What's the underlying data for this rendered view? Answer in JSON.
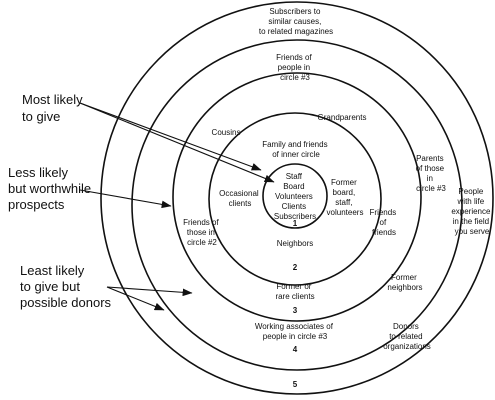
{
  "side_labels": {
    "most_likely": [
      "Most likely",
      "to give"
    ],
    "less_likely": [
      "Less likely",
      "but worthwhile",
      "prospects"
    ],
    "least_likely": [
      "Least likely",
      "to give but",
      "possible donors"
    ]
  },
  "circle_numbers": [
    "1",
    "2",
    "3",
    "4",
    "5"
  ],
  "circle1": [
    "Staff",
    "Board",
    "Volunteers",
    "Clients",
    "Subscribers"
  ],
  "circle2": {
    "top": [
      "Family and friends",
      "of inner circle"
    ],
    "left": [
      "Occasional",
      "clients"
    ],
    "right": [
      "Former",
      "board,",
      "staff,",
      "volunteers"
    ],
    "bottom": "Neighbors"
  },
  "circle3": {
    "cousins": "Cousins",
    "grandparents": "Grandparents",
    "friends_of_friends": [
      "Friends",
      "of",
      "friends"
    ],
    "friends_of_circle2": [
      "Friends of",
      "those in",
      "circle #2"
    ],
    "former_clients": [
      "Former or",
      "rare clients"
    ]
  },
  "circle4": {
    "top": [
      "Friends of",
      "people in",
      "circle #3"
    ],
    "parents": [
      "Parents",
      "of those",
      "in",
      "circle #3"
    ],
    "former_neighbors": [
      "Former",
      "neighbors"
    ],
    "working_associates": [
      "Working associates of",
      "people in circle #3"
    ]
  },
  "circle5": {
    "top": [
      "Subscribers to",
      "similar causes,",
      "to related magazines"
    ],
    "experience": [
      "People",
      "with life",
      "experience",
      "in the field",
      "you serve"
    ],
    "donors": [
      "Donors",
      "to related",
      "organizations"
    ]
  }
}
